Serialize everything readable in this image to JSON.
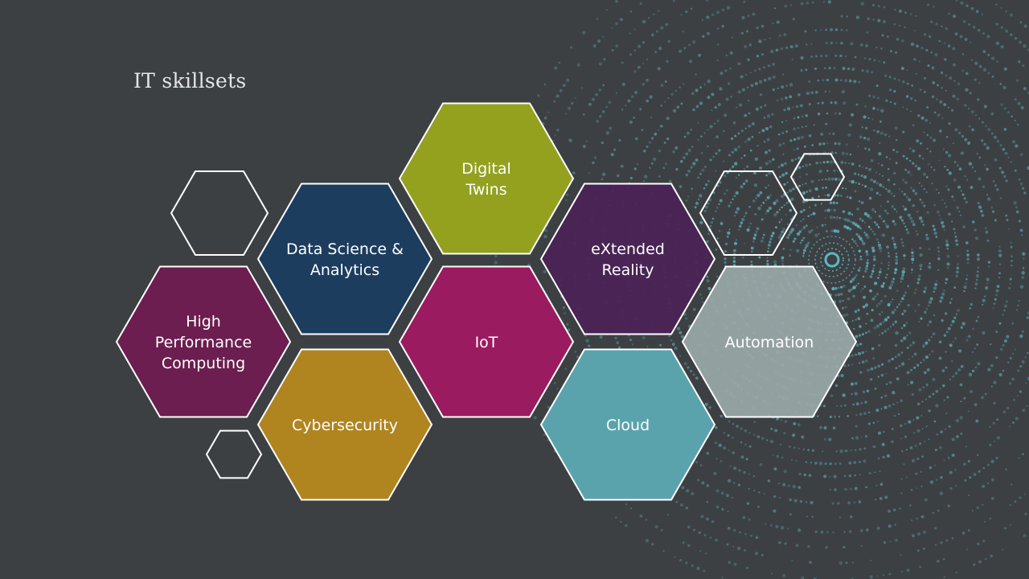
{
  "title": "IT skillsets",
  "colors": {
    "background": "#3d4043",
    "outline": "#ffffff",
    "dots": "#5fc6cf",
    "high_performance_computing": "#6b1e4f",
    "data_science_analytics": "#1c3d5e",
    "cybersecurity": "#b0841f",
    "digital_twins": "#93a11f",
    "iot": "#9b1b60",
    "extended_reality": "#4a2256",
    "cloud": "#5aa3ad",
    "automation": "#9aa8a8"
  },
  "hexagons": [
    {
      "id": "high-performance-computing",
      "lines": [
        "High",
        "Performance",
        "Computing"
      ],
      "color": "#6b1e4f"
    },
    {
      "id": "data-science-analytics",
      "lines": [
        "Data Science &",
        "Analytics"
      ],
      "color": "#1c3d5e"
    },
    {
      "id": "cybersecurity",
      "lines": [
        "Cybersecurity"
      ],
      "color": "#b0841f"
    },
    {
      "id": "digital-twins",
      "lines": [
        "Digital",
        "Twins"
      ],
      "color": "#93a11f"
    },
    {
      "id": "iot",
      "lines": [
        "IoT"
      ],
      "color": "#9b1b60"
    },
    {
      "id": "extended-reality",
      "lines": [
        "eXtended",
        "Reality"
      ],
      "color": "#4a2256",
      "opacity": 0.93
    },
    {
      "id": "cloud",
      "lines": [
        "Cloud"
      ],
      "color": "#5aa3ad"
    },
    {
      "id": "automation",
      "lines": [
        "Automation"
      ],
      "color": "#9aa8a8",
      "opacity": 0.92
    }
  ],
  "outline_hexagons": [
    {
      "id": "outline-hex-top-left"
    },
    {
      "id": "outline-hex-bottom-left"
    },
    {
      "id": "outline-hex-right"
    },
    {
      "id": "outline-hex-top-right"
    }
  ]
}
